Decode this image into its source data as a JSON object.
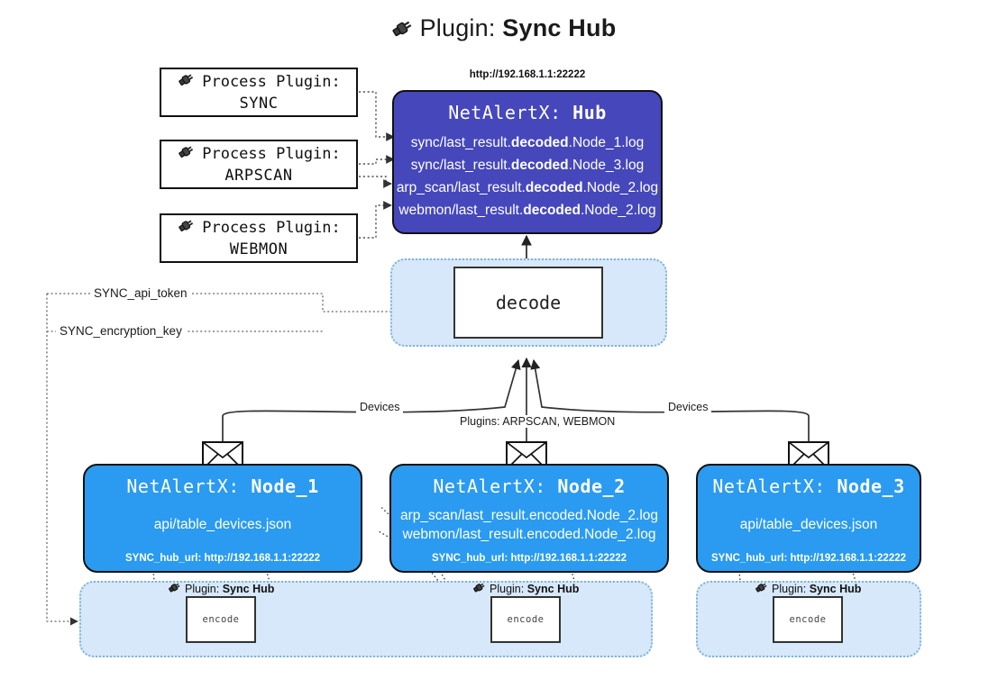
{
  "title": {
    "icon": "plug-icon",
    "prefix": "Plugin:",
    "name": "Sync Hub"
  },
  "hub": {
    "url_caption": "http://192.168.1.1:22222",
    "name_prefix": "NetAlertX:",
    "name": "Hub",
    "logs": [
      {
        "pre": "sync/last_result.",
        "mid": "decoded",
        "post": ".Node_1.log"
      },
      {
        "pre": "sync/last_result.",
        "mid": "decoded",
        "post": ".Node_3.log"
      },
      {
        "pre": "arp_scan/last_result.",
        "mid": "decoded",
        "post": ".Node_2.log"
      },
      {
        "pre": "webmon/last_result.",
        "mid": "decoded",
        "post": ".Node_2.log"
      }
    ]
  },
  "process_plugins": [
    {
      "label": "Process Plugin:",
      "name": "SYNC"
    },
    {
      "label": "Process Plugin:",
      "name": "ARPSCAN"
    },
    {
      "label": "Process Plugin:",
      "name": "WEBMON"
    }
  ],
  "decode": {
    "label": "decode"
  },
  "settings": [
    {
      "label": "SYNC_api_token"
    },
    {
      "label": "SYNC_encryption_key"
    }
  ],
  "edge_labels": {
    "left_devices": "Devices",
    "center_plugins": "Plugins: ARPSCAN, WEBMON",
    "right_devices": "Devices"
  },
  "nodes": [
    {
      "name_prefix": "NetAlertX:",
      "name": "Node_1",
      "lines": [
        "api/table_devices.json"
      ],
      "footer": "SYNC_hub_url: http://192.168.1.1:22222",
      "mail_icon": "envelope-icon"
    },
    {
      "name_prefix": "NetAlertX:",
      "name": "Node_2",
      "lines": [
        "arp_scan/last_result.encoded.Node_2.log",
        "webmon/last_result.encoded.Node_2.log"
      ],
      "footer": "SYNC_hub_url: http://192.168.1.1:22222",
      "mail_icon": "envelope-icon"
    },
    {
      "name_prefix": "NetAlertX:",
      "name": "Node_3",
      "lines": [
        "api/table_devices.json"
      ],
      "footer": "SYNC_hub_url: http://192.168.1.1:22222",
      "mail_icon": "envelope-icon"
    }
  ],
  "encoders": [
    {
      "tag_prefix": "Plugin:",
      "tag_name": "Sync Hub",
      "label": "encode"
    },
    {
      "tag_prefix": "Plugin:",
      "tag_name": "Sync Hub",
      "label": "encode"
    },
    {
      "tag_prefix": "Plugin:",
      "tag_name": "Sync Hub",
      "label": "encode"
    }
  ],
  "colors": {
    "hub_fill": "#4547bb",
    "node_fill": "#2a9bf0",
    "panel_fill": "#d6e8f9",
    "panel_border": "#7fb3d9",
    "stroke": "#111111"
  }
}
